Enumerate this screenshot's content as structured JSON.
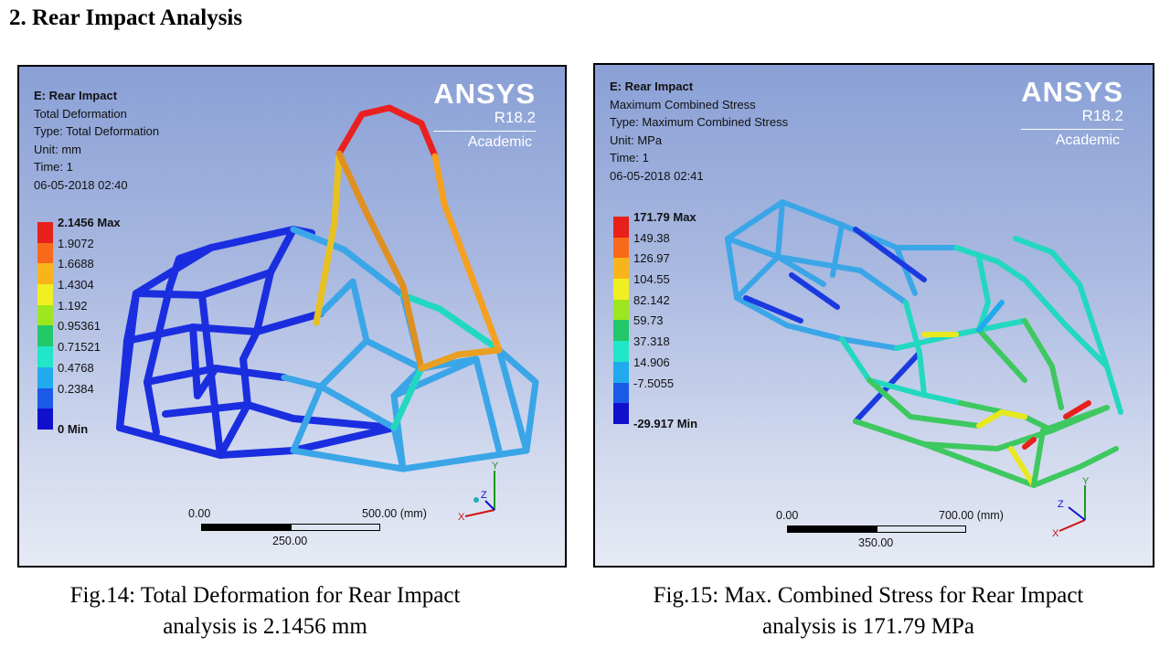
{
  "heading": "2. Rear Impact Analysis",
  "figures": [
    {
      "info": [
        "E: Rear Impact",
        "Total Deformation",
        "Type: Total Deformation",
        "Unit: mm",
        "Time: 1",
        "06-05-2018 02:40"
      ],
      "logo": {
        "name": "ANSYS",
        "version": "R18.2",
        "edition": "Academic"
      },
      "legend_title": "2.1456 Max",
      "legend_labels": [
        "1.9072",
        "1.6688",
        "1.4304",
        "1.192",
        "0.95361",
        "0.71521",
        "0.4768",
        "0.2384"
      ],
      "legend_min": "0 Min",
      "legend_colors": [
        "#e8201a",
        "#f86a1a",
        "#f8b41a",
        "#f0f020",
        "#9ee61e",
        "#22c86a",
        "#22e6c8",
        "#22aaee",
        "#1a5ae6",
        "#1010cc"
      ],
      "scale": {
        "left": "0.00",
        "right": "500.00 (mm)",
        "mid": "250.00"
      },
      "caption_line1": "Fig.14: Total Deformation for Rear Impact",
      "caption_line2": "analysis is 2.1456 mm"
    },
    {
      "info": [
        "E: Rear Impact",
        "Maximum Combined Stress",
        "Type: Maximum Combined Stress",
        "Unit: MPa",
        "Time: 1",
        "06-05-2018 02:41"
      ],
      "logo": {
        "name": "ANSYS",
        "version": "R18.2",
        "edition": "Academic"
      },
      "legend_title": "171.79 Max",
      "legend_labels": [
        "149.38",
        "126.97",
        "104.55",
        "82.142",
        "59.73",
        "37.318",
        "14.906",
        "-7.5055"
      ],
      "legend_min": "-29.917 Min",
      "legend_colors": [
        "#e8201a",
        "#f86a1a",
        "#f8b41a",
        "#f0f020",
        "#9ee61e",
        "#22c86a",
        "#22e6c8",
        "#22aaee",
        "#1a5ae6",
        "#1010cc"
      ],
      "scale": {
        "left": "0.00",
        "right": "700.00 (mm)",
        "mid": "350.00"
      },
      "caption_line1": "Fig.15: Max. Combined Stress for Rear Impact",
      "caption_line2": "analysis is 171.79 MPa"
    }
  ],
  "triad_axes": [
    "Y",
    "Z",
    "X"
  ]
}
